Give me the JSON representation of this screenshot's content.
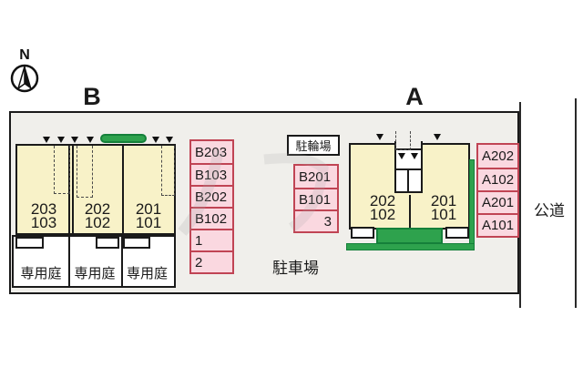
{
  "compass": {
    "north_label": "N"
  },
  "site": {
    "building_b": {
      "label": "B",
      "units": [
        {
          "upper": "203",
          "lower": "103"
        },
        {
          "upper": "202",
          "lower": "102"
        },
        {
          "upper": "201",
          "lower": "101"
        }
      ],
      "garden_cells": [
        "専用庭",
        "専用庭",
        "専用庭"
      ]
    },
    "building_a": {
      "label": "A",
      "units": [
        {
          "upper": "202",
          "lower": "102"
        },
        {
          "upper": "201",
          "lower": "101"
        }
      ]
    },
    "parking": {
      "stalls_left": [
        "B203",
        "B103",
        "B202",
        "B102",
        "1",
        "2"
      ],
      "stalls_middle": [
        "B201",
        "B101",
        "3"
      ],
      "stalls_right": [
        "A202",
        "A102",
        "A201",
        "A101"
      ],
      "lot_label": "駐車場",
      "bicycle_parking_label": "駐輪場"
    },
    "road_label": "公道"
  },
  "colors": {
    "building_fill": "#f8f2c8",
    "stall_fill": "#fad8e0",
    "stall_border": "#c04454",
    "greenery": "#2ea24d",
    "site_background": "#f0efeb"
  }
}
